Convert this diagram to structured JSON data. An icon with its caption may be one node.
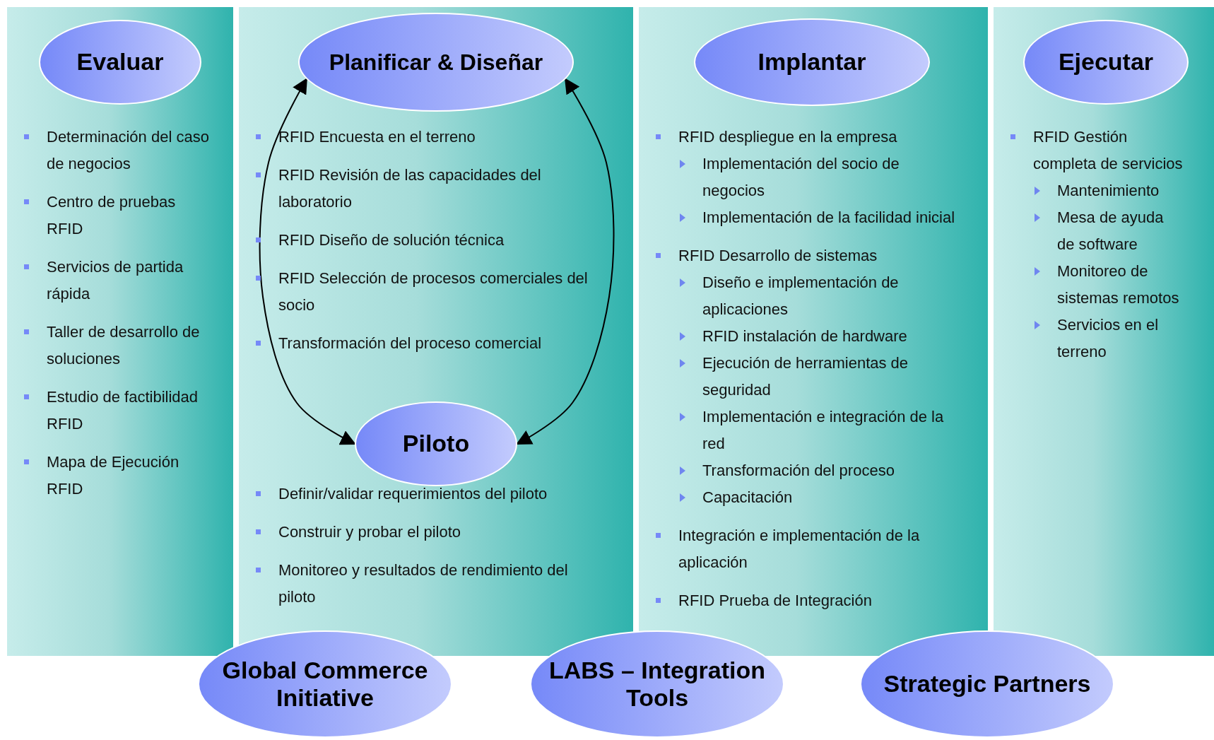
{
  "diagram": {
    "nodes": [
      {
        "text": [
          "Determinación del caso de negocios",
          "Centro de pruebas RFID",
          "Servicios de partida rápida",
          "Taller de desarrollo de soluciones",
          "Estudio de factibilidad RFID",
          "Mapa de Ejecución RFID"
        ]
      },
      {
        "text": [
          "Evaluar"
        ],
        "in": 0
      },
      {
        "text": [
          "RFID Encuesta en el terreno",
          "RFID Revisión de las capacidades del laboratorio",
          "RFID Diseño de solución técnica",
          "RFID Selección de procesos comerciales del socio",
          "Transformación del proceso comercial",
          "Definir/validar requerimientos del piloto",
          "Construir y probar el piloto",
          "Monitoreo y resultados de rendimiento del piloto"
        ]
      },
      {
        "text": [
          "Planificar & Diseñar"
        ],
        "in": 2
      },
      {
        "text": [
          "Piloto"
        ],
        "in": 2
      },
      {
        "text": [
          "RFID despliegue en la empresa",
          "Implementación del socio de negocios",
          "Implementación de la facilidad inicial",
          "RFID Desarrollo de sistemas",
          "Diseño e implementación de aplicaciones",
          "RFID instalación de hardware",
          "Ejecución de herramientas de seguridad",
          "Implementación e integración de la red",
          "Transformación del proceso",
          "Capacitación",
          "Integración e implementación de la aplicación",
          "RFID Prueba de Integración"
        ]
      },
      {
        "text": [
          "Implantar"
        ],
        "in": 5
      },
      {
        "text": [
          "RFID Gestión completa de servicios",
          "Mantenimiento",
          "Mesa de ayuda de software",
          "Monitoreo de sistemas remotos",
          "Servicios en el terreno"
        ]
      },
      {
        "text": [
          "Ejecutar"
        ],
        "in": 7
      },
      {
        "text": [
          "Global Commerce Initiative"
        ]
      },
      {
        "text": [
          "LABS – Integration Tools"
        ]
      },
      {
        "text": [
          "Strategic Partners"
        ]
      }
    ],
    "edges": [
      {
        "from": 3,
        "to": 4,
        "arrow": "both"
      },
      {
        "from": 3,
        "to": 4,
        "arrow": "both"
      }
    ]
  }
}
